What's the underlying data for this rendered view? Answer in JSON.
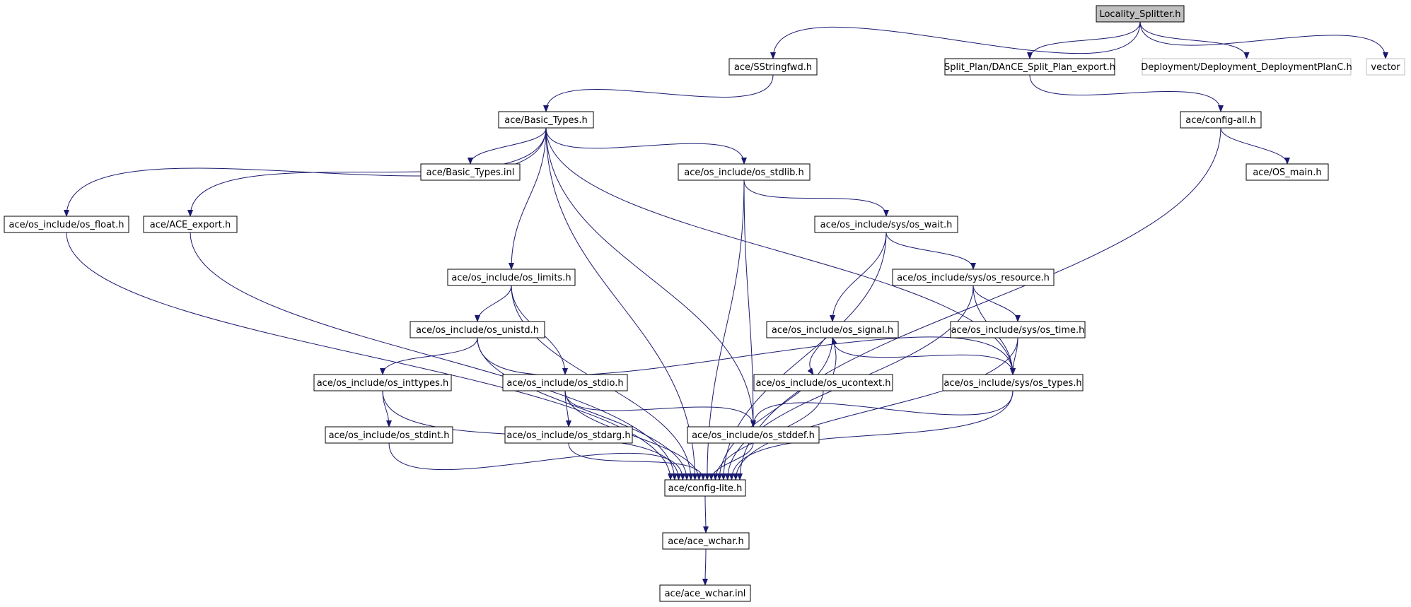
{
  "diagram": {
    "nodes": [
      {
        "id": "n0",
        "label": "Locality_Splitter.h",
        "style": "root"
      },
      {
        "id": "n1",
        "label": "ace/SStringfwd.h",
        "style": "normal"
      },
      {
        "id": "n2",
        "label": "Split_Plan/DAnCE_Split_Plan_export.h",
        "style": "normal"
      },
      {
        "id": "n3",
        "label": "Deployment/Deployment_DeploymentPlanC.h",
        "style": "external"
      },
      {
        "id": "n4",
        "label": "vector",
        "style": "external"
      },
      {
        "id": "n5",
        "label": "ace/Basic_Types.h",
        "style": "normal"
      },
      {
        "id": "n6",
        "label": "ace/config-all.h",
        "style": "normal"
      },
      {
        "id": "n7",
        "label": "ace/Basic_Types.inl",
        "style": "normal"
      },
      {
        "id": "n8",
        "label": "ace/os_include/os_stdlib.h",
        "style": "normal"
      },
      {
        "id": "n9",
        "label": "ace/OS_main.h",
        "style": "normal"
      },
      {
        "id": "n10",
        "label": "ace/os_include/os_float.h",
        "style": "normal"
      },
      {
        "id": "n11",
        "label": "ace/ACE_export.h",
        "style": "normal"
      },
      {
        "id": "n12",
        "label": "ace/os_include/sys/os_wait.h",
        "style": "normal"
      },
      {
        "id": "n13",
        "label": "ace/os_include/os_limits.h",
        "style": "normal"
      },
      {
        "id": "n14",
        "label": "ace/os_include/sys/os_resource.h",
        "style": "normal"
      },
      {
        "id": "n15",
        "label": "ace/os_include/os_unistd.h",
        "style": "normal"
      },
      {
        "id": "n16",
        "label": "ace/os_include/os_signal.h",
        "style": "normal"
      },
      {
        "id": "n17",
        "label": "ace/os_include/sys/os_time.h",
        "style": "normal"
      },
      {
        "id": "n18",
        "label": "ace/os_include/os_inttypes.h",
        "style": "normal"
      },
      {
        "id": "n19",
        "label": "ace/os_include/os_stdio.h",
        "style": "normal"
      },
      {
        "id": "n20",
        "label": "ace/os_include/os_ucontext.h",
        "style": "normal"
      },
      {
        "id": "n21",
        "label": "ace/os_include/sys/os_types.h",
        "style": "normal"
      },
      {
        "id": "n22",
        "label": "ace/os_include/os_stdint.h",
        "style": "normal"
      },
      {
        "id": "n23",
        "label": "ace/os_include/os_stdarg.h",
        "style": "normal"
      },
      {
        "id": "n24",
        "label": "ace/os_include/os_stddef.h",
        "style": "normal"
      },
      {
        "id": "n25",
        "label": "ace/config-lite.h",
        "style": "normal"
      },
      {
        "id": "n26",
        "label": "ace/ace_wchar.h",
        "style": "normal"
      },
      {
        "id": "n27",
        "label": "ace/ace_wchar.inl",
        "style": "normal"
      }
    ],
    "edges": [
      [
        "n0",
        "n1"
      ],
      [
        "n0",
        "n2"
      ],
      [
        "n0",
        "n3"
      ],
      [
        "n0",
        "n4"
      ],
      [
        "n1",
        "n5"
      ],
      [
        "n2",
        "n6"
      ],
      [
        "n5",
        "n7"
      ],
      [
        "n5",
        "n8"
      ],
      [
        "n5",
        "n10"
      ],
      [
        "n5",
        "n11"
      ],
      [
        "n5",
        "n13"
      ],
      [
        "n5",
        "n21"
      ],
      [
        "n5",
        "n24"
      ],
      [
        "n5",
        "n25"
      ],
      [
        "n6",
        "n9"
      ],
      [
        "n6",
        "n25"
      ],
      [
        "n8",
        "n12"
      ],
      [
        "n8",
        "n24"
      ],
      [
        "n8",
        "n25"
      ],
      [
        "n10",
        "n25"
      ],
      [
        "n11",
        "n25"
      ],
      [
        "n12",
        "n14"
      ],
      [
        "n12",
        "n16"
      ],
      [
        "n12",
        "n25"
      ],
      [
        "n13",
        "n15"
      ],
      [
        "n13",
        "n19"
      ],
      [
        "n13",
        "n25"
      ],
      [
        "n14",
        "n17"
      ],
      [
        "n14",
        "n21"
      ],
      [
        "n14",
        "n25"
      ],
      [
        "n15",
        "n18"
      ],
      [
        "n15",
        "n21"
      ],
      [
        "n15",
        "n25"
      ],
      [
        "n16",
        "n20"
      ],
      [
        "n16",
        "n21"
      ],
      [
        "n16",
        "n25"
      ],
      [
        "n17",
        "n21"
      ],
      [
        "n17",
        "n25"
      ],
      [
        "n18",
        "n22"
      ],
      [
        "n18",
        "n25"
      ],
      [
        "n19",
        "n23"
      ],
      [
        "n19",
        "n24"
      ],
      [
        "n19",
        "n25"
      ],
      [
        "n20",
        "n16"
      ],
      [
        "n20",
        "n25"
      ],
      [
        "n21",
        "n24"
      ],
      [
        "n21",
        "n25"
      ],
      [
        "n22",
        "n25"
      ],
      [
        "n23",
        "n25"
      ],
      [
        "n24",
        "n25"
      ],
      [
        "n25",
        "n26"
      ],
      [
        "n26",
        "n27"
      ]
    ],
    "colors": {
      "edge": "#191970",
      "node_border": "#000000",
      "external_border": "#bfbfbf",
      "root_fill": "#bfbfbf",
      "node_fill": "#ffffff",
      "text": "#000000"
    }
  }
}
